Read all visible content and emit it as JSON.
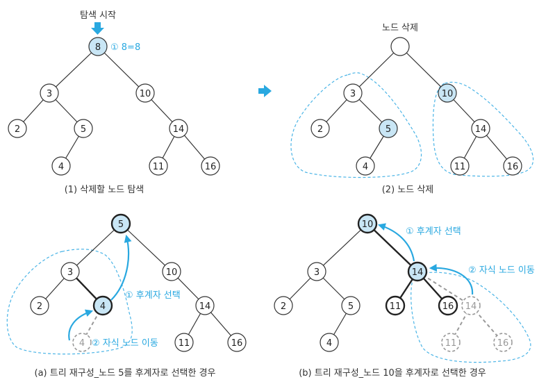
{
  "panel1": {
    "search_start": "탐색 시작",
    "step_note": "① 8=8",
    "caption": "(1) 삭제할 노드 탐색",
    "nodes": {
      "root": "8",
      "n3": "3",
      "n10": "10",
      "n2": "2",
      "n5": "5",
      "n14": "14",
      "n4": "4",
      "n11": "11",
      "n16": "16"
    }
  },
  "panel2": {
    "delete_label": "노드 삭제",
    "caption": "(2) 노드 삭제",
    "nodes": {
      "n3": "3",
      "n10": "10",
      "n2": "2",
      "n5": "5",
      "n14": "14",
      "n4": "4",
      "n11": "11",
      "n16": "16"
    }
  },
  "panel3": {
    "step1": "① 후계자 선택",
    "step2": "② 자식 노드 이동",
    "caption": "(a) 트리 재구성_노드 5를 후계자로 선택한 경우",
    "nodes": {
      "root": "5",
      "n3": "3",
      "n10": "10",
      "n2": "2",
      "n4": "4",
      "n14": "14",
      "ghost4": "4",
      "n11": "11",
      "n16": "16"
    }
  },
  "panel4": {
    "step1": "① 후계자 선택",
    "step2": "② 자식 노드 이동",
    "caption": "(b) 트리 재구성_노드 10을 후계자로 선택한 경우",
    "nodes": {
      "root": "10",
      "n3": "3",
      "n14": "14",
      "n2": "2",
      "n5": "5",
      "n11": "11",
      "n16": "16",
      "n4": "4",
      "ghost14": "14",
      "ghost11": "11",
      "ghost16": "16"
    }
  },
  "colors": {
    "accent": "#29a8e0",
    "highlight": "#c9e6f5"
  }
}
